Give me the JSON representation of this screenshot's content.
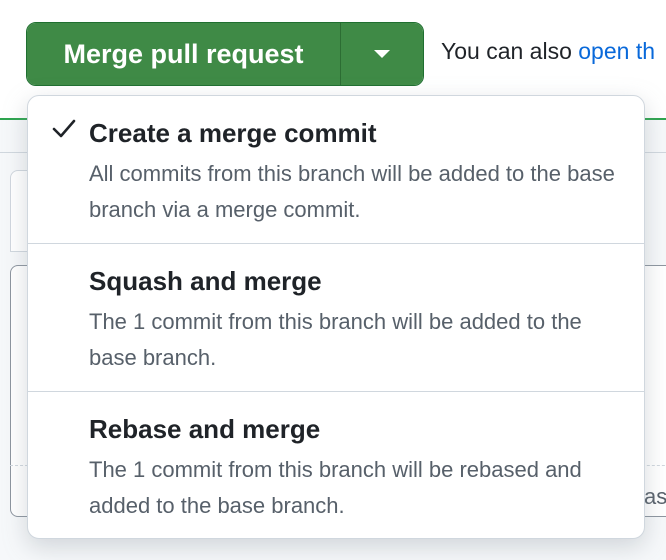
{
  "merge_button": {
    "label": "Merge pull request",
    "caret_icon": "chevron-down-icon"
  },
  "helper": {
    "prefix": "You can also",
    "link": "open th"
  },
  "background": {
    "side_text": "as"
  },
  "colors": {
    "primary_green": "#3f8a46",
    "link_blue": "#0969da",
    "muted_text": "#57606a"
  },
  "menu": {
    "items": [
      {
        "title": "Create a merge commit",
        "description": "All commits from this branch will be added to the base branch via a merge commit.",
        "selected": true,
        "icon": "check-icon"
      },
      {
        "title": "Squash and merge",
        "description": "The 1 commit from this branch will be added to the base branch.",
        "selected": false
      },
      {
        "title": "Rebase and merge",
        "description": "The 1 commit from this branch will be rebased and added to the base branch.",
        "selected": false
      }
    ]
  }
}
